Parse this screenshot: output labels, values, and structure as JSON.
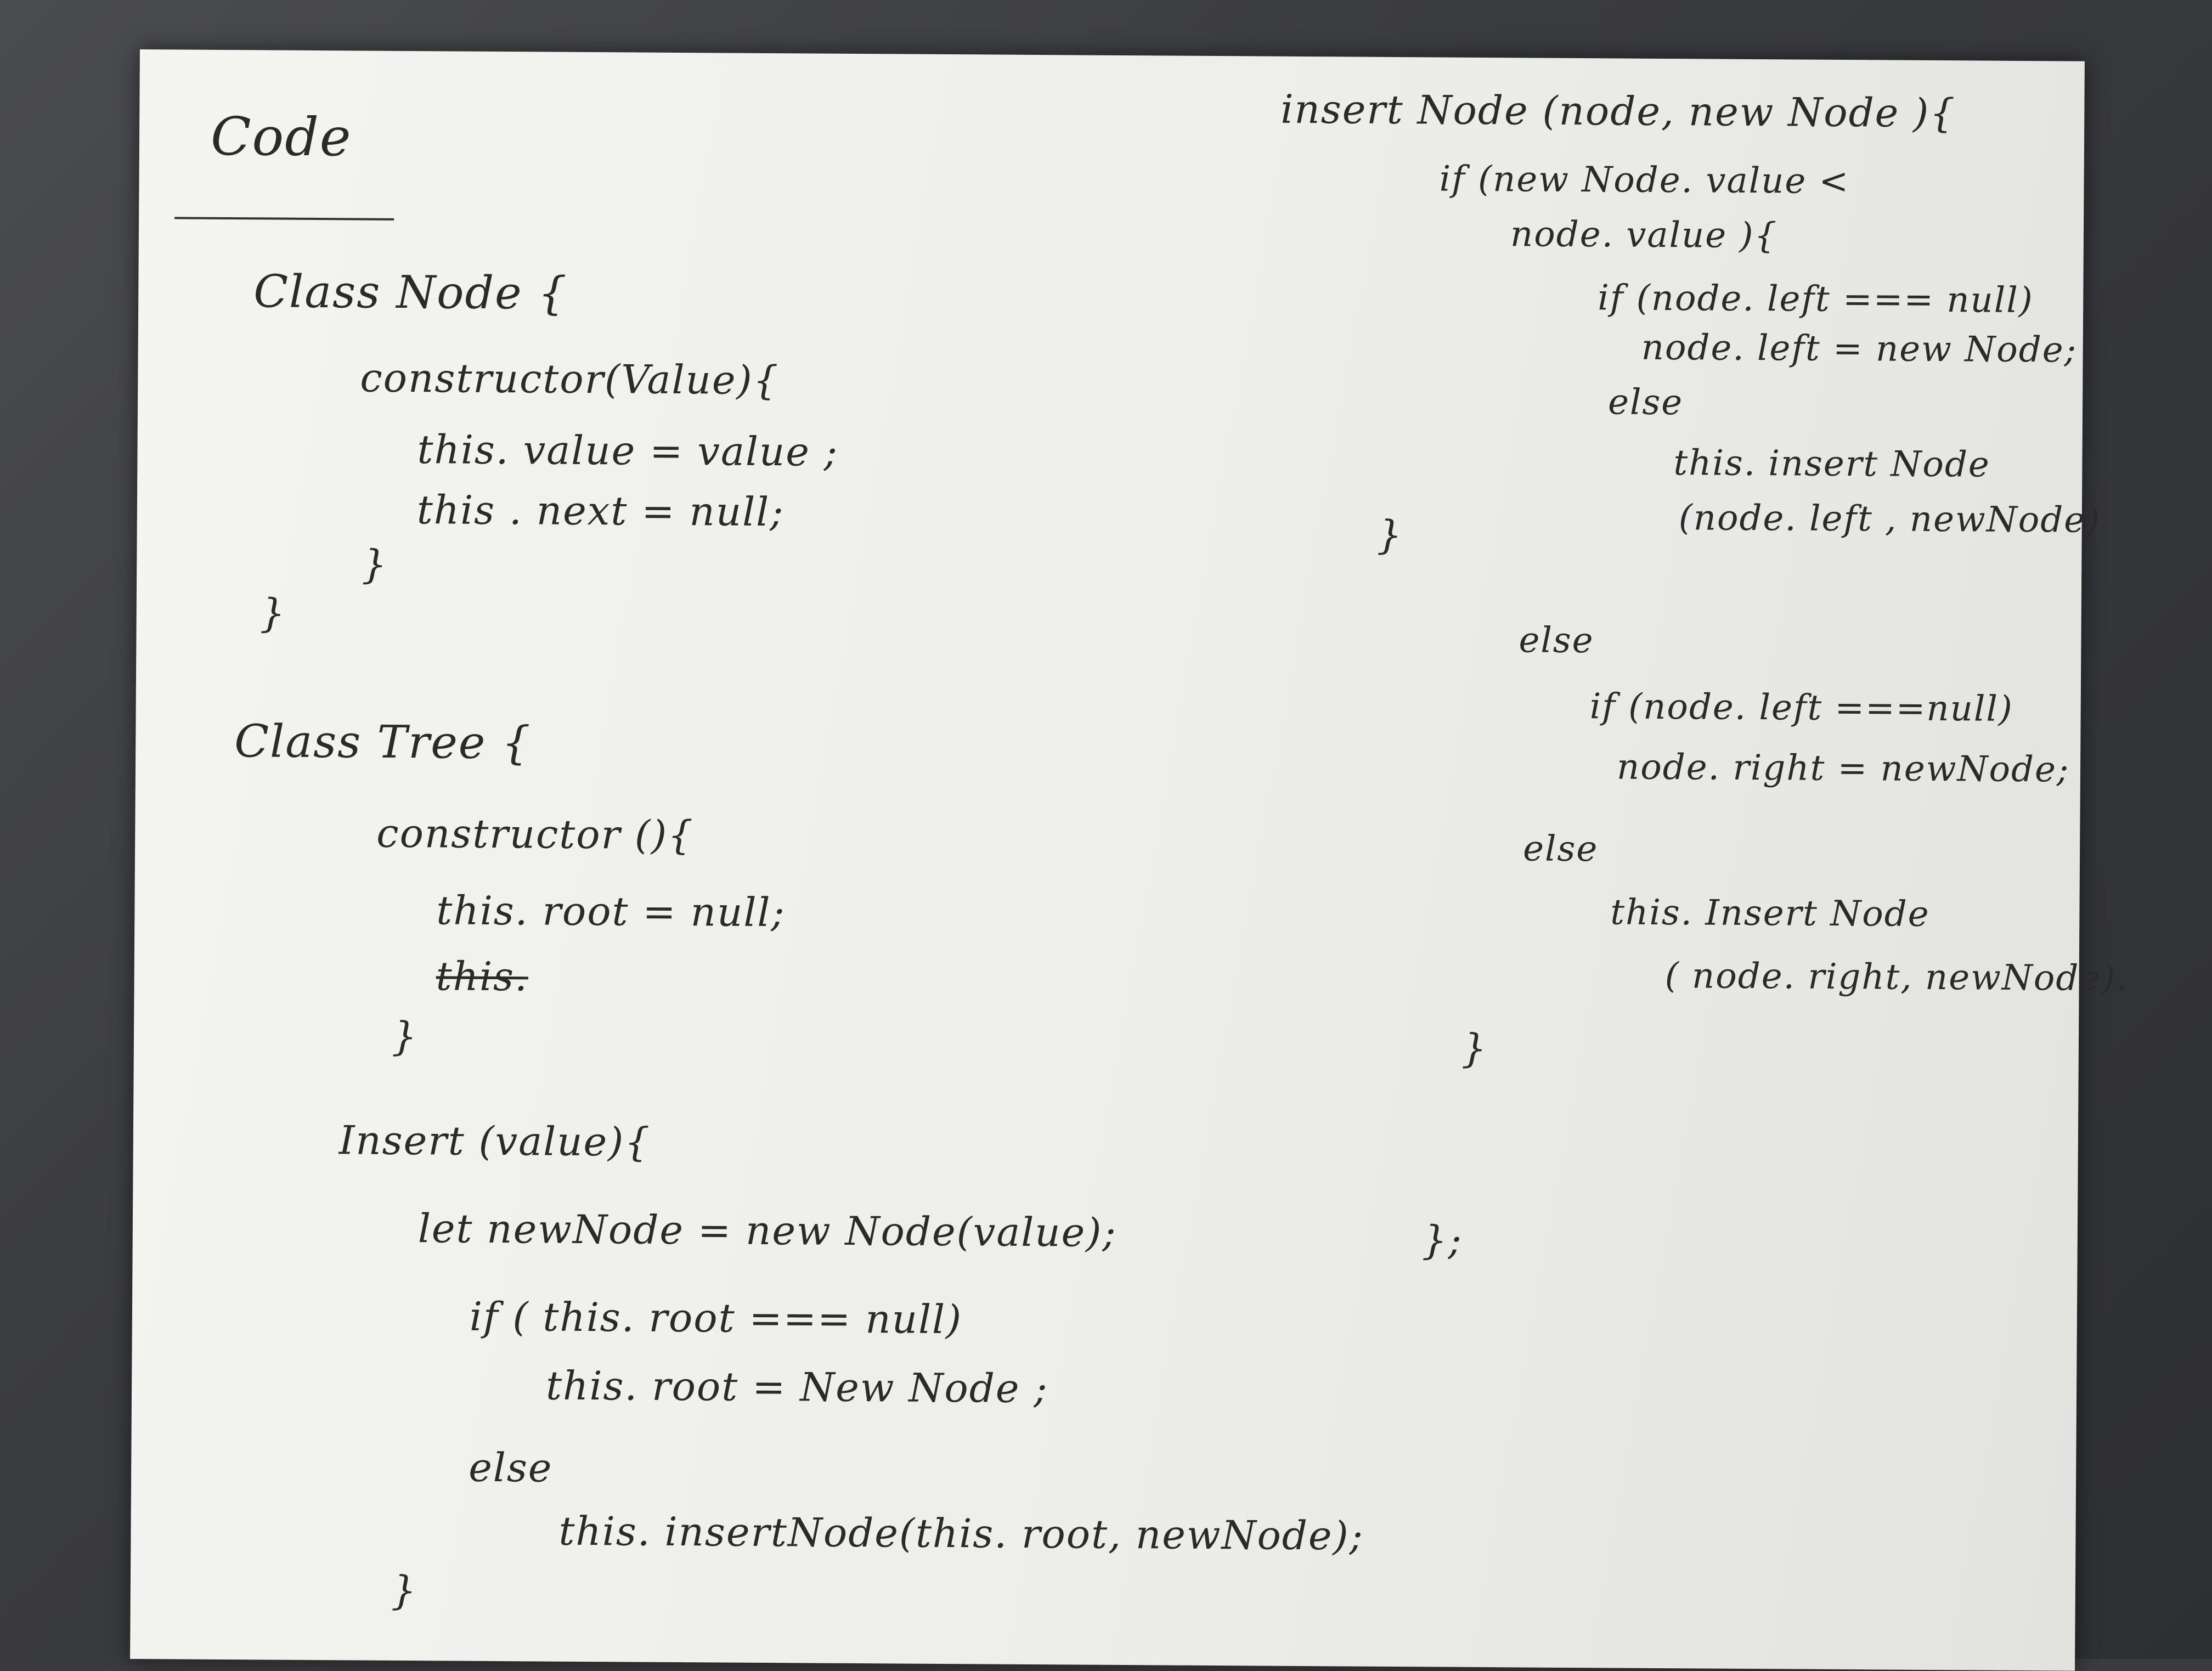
{
  "left_column": {
    "heading": "Code",
    "class_node": "Class Node {",
    "node_constructor": "constructor(Value){",
    "node_this_value": "this. value = value ;",
    "node_this_next": "this . next = null;",
    "node_close_inner": "}",
    "node_close_outer": "}",
    "class_tree": "Class Tree {",
    "tree_constructor": "constructor (){",
    "tree_this_root": "this. root = null;",
    "tree_struck": "this.",
    "tree_close_ctor": "}",
    "insert_sig": "Insert (value){",
    "let_newnode": "let newNode = new Node(value);",
    "if_root_null": "if ( this. root === null)",
    "this_root_newnode": "this. root = New Node ;",
    "else_1": "else",
    "this_insertnode_call": "this. insertNode(this. root, newNode);",
    "insert_close": "}"
  },
  "right_column": {
    "insertnode_sig": "insert Node (node, new Node ){",
    "if_newnode_lt": "if (new Node. value <",
    "node_value_open": "node. value ){",
    "if_left_null": "if (node. left === null)",
    "node_left_assign": "node. left = new Node;",
    "else_a": "else",
    "this_insertnode_left_1": "this. insert Node",
    "this_insertnode_left_2": "(node. left , newNode)",
    "close_if": "}",
    "else_b": "else",
    "if_left_null_2": "if (node. left ===null)",
    "node_right_assign": "node. right = newNode;",
    "else_c": "else",
    "this_insertnode_right_1": "this. Insert Node",
    "this_insertnode_right_2": "( node. right, newNode).",
    "close_else": "}",
    "close_method": "};"
  }
}
